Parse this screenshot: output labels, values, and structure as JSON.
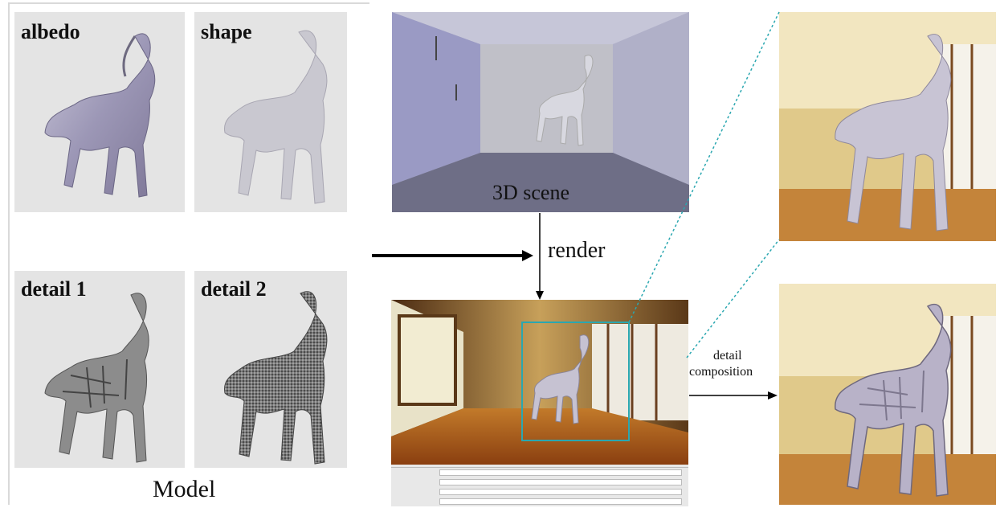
{
  "model": {
    "title": "Model",
    "tiles": [
      {
        "label": "albedo"
      },
      {
        "label": "shape"
      },
      {
        "label": "detail 1"
      },
      {
        "label": "detail 2"
      }
    ]
  },
  "scene": {
    "label": "3D scene"
  },
  "arrows": {
    "render_label": "render",
    "composition_label_line1": "detail",
    "composition_label_line2": "composition"
  },
  "colors": {
    "accent_box": "#2aa7b0",
    "tile_bg": "#e4e4e4"
  }
}
